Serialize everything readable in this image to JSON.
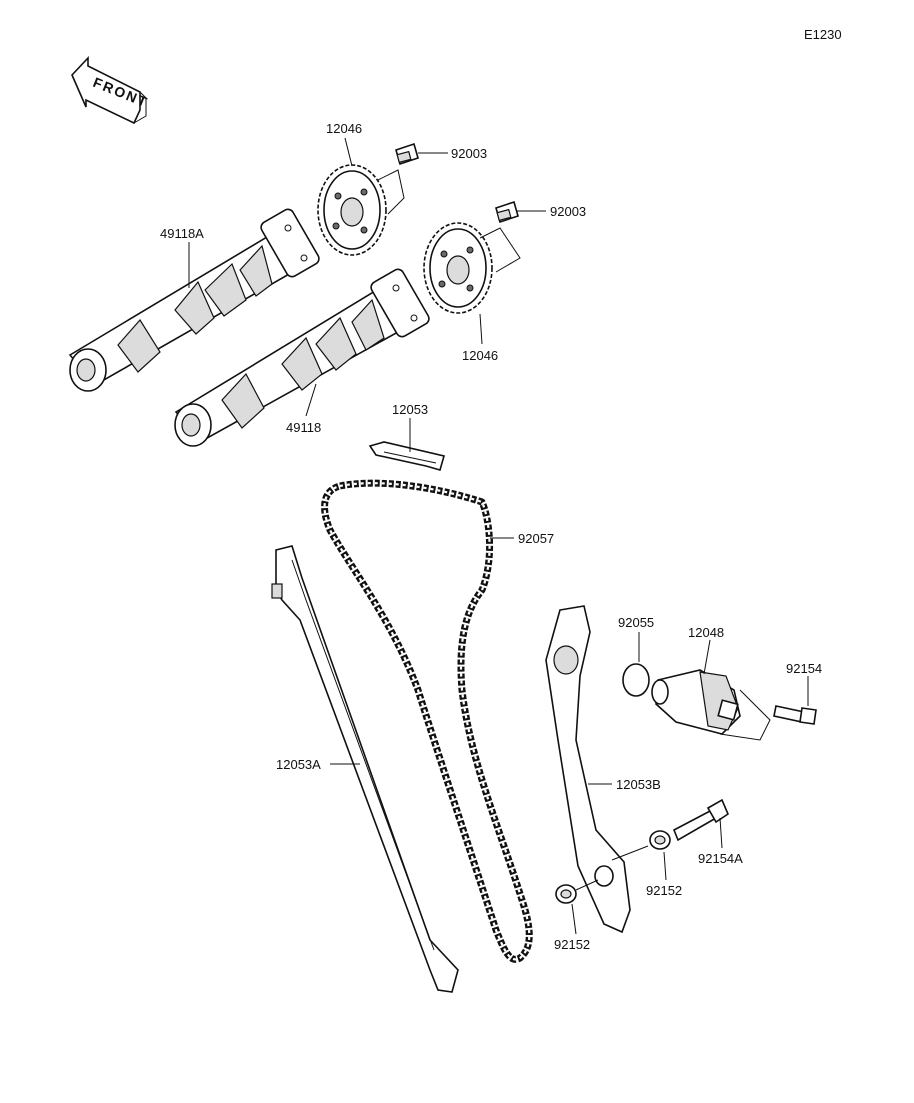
{
  "diagram_code": "E1230",
  "front_label": "FRONT",
  "parts": {
    "sprocket_upper": "12046",
    "sprocket_lower": "12046",
    "bolt_upper": "92003",
    "bolt_lower": "92003",
    "camshaft_intake": "49118A",
    "camshaft_exhaust": "49118",
    "guide_top": "12053",
    "cam_chain": "92057",
    "guide_left": "12053A",
    "guide_right": "12053B",
    "o_ring": "92055",
    "tensioner": "12048",
    "tensioner_bolt": "92154",
    "pivot_bolt": "92154A",
    "collar_upper": "92152",
    "collar_lower": "92152"
  }
}
